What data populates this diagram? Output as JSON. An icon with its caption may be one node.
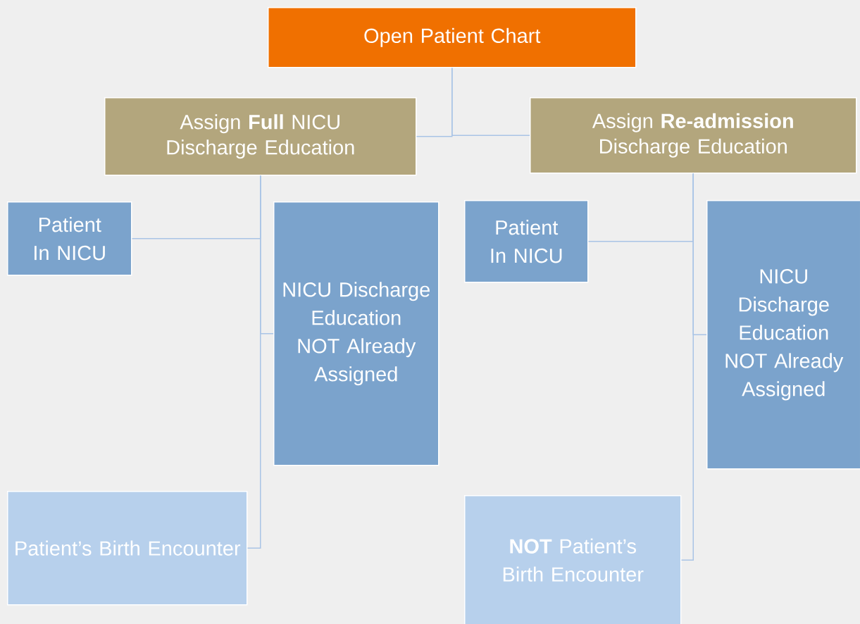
{
  "diagram": {
    "nodes": [
      {
        "text": [
          "Open Patient Chart"
        ]
      },
      {
        "text": [
          "Assign **Full** NICU Discharge Education"
        ]
      },
      {
        "text": [
          "Assign **Re-admission** Discharge Education"
        ]
      },
      {
        "text": [
          "Patient In NICU"
        ]
      },
      {
        "text": [
          "NICU Discharge Education NOT Already Assigned"
        ]
      },
      {
        "text": [
          "Patient’s Birth Encounter"
        ]
      },
      {
        "text": [
          "Patient In NICU"
        ]
      },
      {
        "text": [
          "NICU Discharge Education NOT Already Assigned"
        ]
      },
      {
        "text": [
          "**NOT** Patient’s Birth Encounter"
        ]
      }
    ],
    "edges": [
      {
        "from": 0,
        "to": 1,
        "arrow": "none"
      },
      {
        "from": 0,
        "to": 2,
        "arrow": "none"
      },
      {
        "from": 1,
        "to": 3,
        "arrow": "none"
      },
      {
        "from": 1,
        "to": 4,
        "arrow": "none"
      },
      {
        "from": 1,
        "to": 5,
        "arrow": "none"
      },
      {
        "from": 2,
        "to": 6,
        "arrow": "none"
      },
      {
        "from": 2,
        "to": 7,
        "arrow": "none"
      },
      {
        "from": 2,
        "to": 8,
        "arrow": "none"
      }
    ]
  }
}
